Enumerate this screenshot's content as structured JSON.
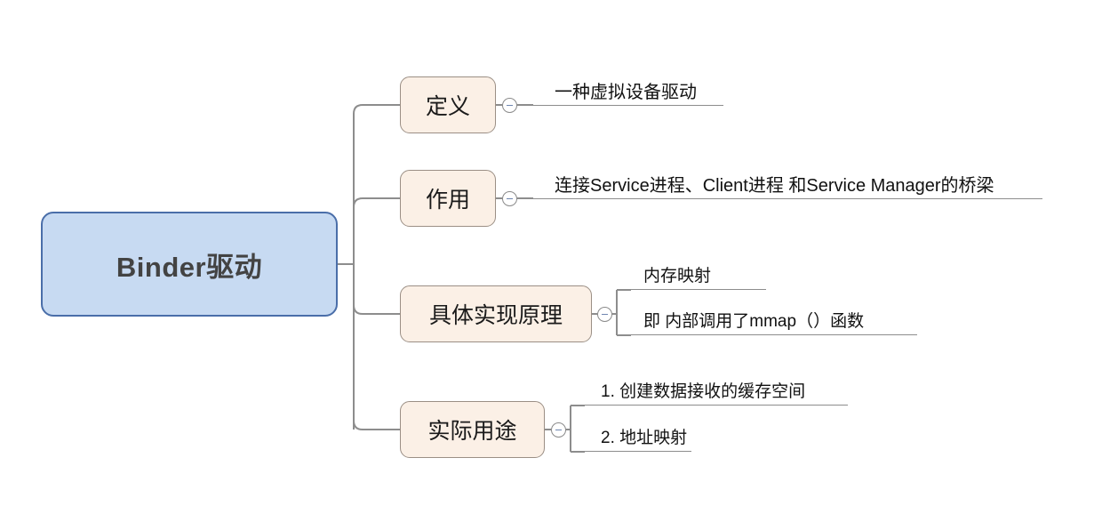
{
  "diagram": {
    "type": "mindmap",
    "title": "Binder驱动",
    "root": {
      "label": "Binder驱动",
      "fill": "#c7daf2",
      "border": "#4a6ea9",
      "text_color": "#434343"
    },
    "branch_style": {
      "fill": "#fbf0e6",
      "border": "#9b8f85",
      "text_color": "#1a1a1a"
    },
    "connector_color": "#8d8d8d",
    "toggle_icon": "minus-icon",
    "branches": [
      {
        "label": "定义",
        "collapsed": false,
        "children": [
          {
            "label": "一种虚拟设备驱动"
          }
        ]
      },
      {
        "label": "作用",
        "collapsed": false,
        "children": [
          {
            "label": "连接Service进程、Client进程 和Service Manager的桥梁"
          }
        ]
      },
      {
        "label": "具体实现原理",
        "collapsed": false,
        "children": [
          {
            "label": "内存映射"
          },
          {
            "label": "即 内部调用了mmap（）函数"
          }
        ]
      },
      {
        "label": "实际用途",
        "collapsed": false,
        "children": [
          {
            "label": "1. 创建数据接收的缓存空间"
          },
          {
            "label": "2. 地址映射"
          }
        ]
      }
    ]
  }
}
